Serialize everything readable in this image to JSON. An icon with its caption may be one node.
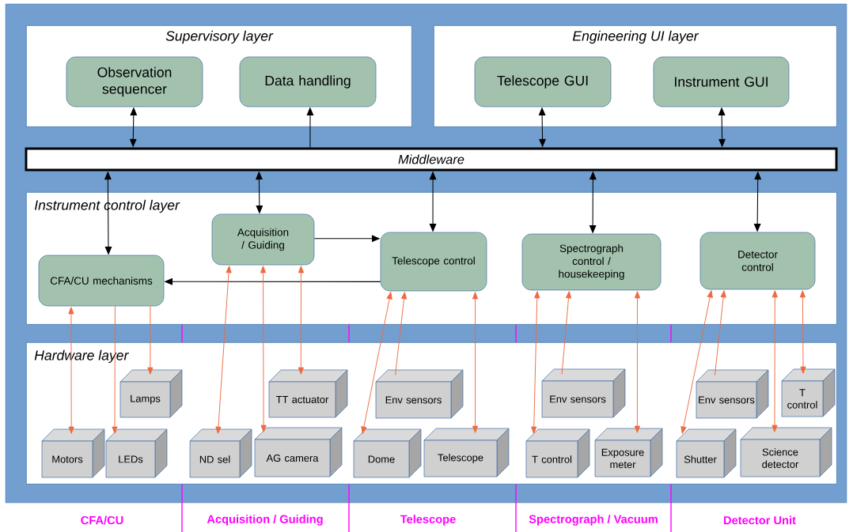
{
  "diagram": {
    "nodes": [
      {
        "text": [
          "Supervisory layer"
        ]
      },
      {
        "text": [
          "Observation sequencer"
        ],
        "in": 0
      },
      {
        "text": [
          "Data handling"
        ],
        "in": 0
      },
      {
        "text": [
          "Engineering UI layer"
        ]
      },
      {
        "text": [
          "Telescope GUI"
        ],
        "in": 3
      },
      {
        "text": [
          "Instrument GUI"
        ],
        "in": 3
      },
      {
        "text": [
          "Middleware"
        ]
      },
      {
        "text": [
          "Instrument control layer"
        ]
      },
      {
        "text": [
          "Acquisition / Guiding"
        ],
        "in": 7
      },
      {
        "text": [
          "CFA/CU mechanisms"
        ],
        "in": 7
      },
      {
        "text": [
          "Telescope control"
        ],
        "in": 7
      },
      {
        "text": [
          "Spectrograph control / housekeeping"
        ],
        "in": 7
      },
      {
        "text": [
          "Detector control"
        ],
        "in": 7
      },
      {
        "text": [
          "Hardware layer"
        ]
      },
      {
        "text": [
          "Lamps"
        ],
        "in": 13
      },
      {
        "text": [
          "Motors"
        ],
        "in": 13
      },
      {
        "text": [
          "LEDs"
        ],
        "in": 13
      },
      {
        "text": [
          "TT actuator"
        ],
        "in": 13
      },
      {
        "text": [
          "ND sel"
        ],
        "in": 13
      },
      {
        "text": [
          "AG camera"
        ],
        "in": 13
      },
      {
        "text": [
          "Env sensors"
        ],
        "in": 13
      },
      {
        "text": [
          "Dome"
        ],
        "in": 13
      },
      {
        "text": [
          "Telescope"
        ],
        "in": 13
      },
      {
        "text": [
          "Env sensors"
        ],
        "in": 13
      },
      {
        "text": [
          "T control"
        ],
        "in": 13
      },
      {
        "text": [
          "Exposure meter"
        ],
        "in": 13
      },
      {
        "text": [
          "Env sensors"
        ],
        "in": 13
      },
      {
        "text": [
          "T control"
        ],
        "in": 13
      },
      {
        "text": [
          "Shutter"
        ],
        "in": 13
      },
      {
        "text": [
          "Science detector"
        ],
        "in": 13
      }
    ],
    "edges": [
      {
        "from": 1,
        "to": 6,
        "arrow": "both",
        "color": "#000000"
      },
      {
        "from": 6,
        "to": 2,
        "arrow": "to",
        "color": "#000000"
      },
      {
        "from": 4,
        "to": 6,
        "arrow": "both",
        "color": "#000000"
      },
      {
        "from": 5,
        "to": 6,
        "arrow": "both",
        "color": "#000000"
      },
      {
        "from": 6,
        "to": 9,
        "arrow": "both",
        "color": "#000000"
      },
      {
        "from": 6,
        "to": 8,
        "arrow": "both",
        "color": "#000000"
      },
      {
        "from": 6,
        "to": 10,
        "arrow": "both",
        "color": "#000000"
      },
      {
        "from": 6,
        "to": 11,
        "arrow": "both",
        "color": "#000000"
      },
      {
        "from": 6,
        "to": 12,
        "arrow": "both",
        "color": "#000000"
      },
      {
        "from": 8,
        "to": 10,
        "arrow": "to",
        "color": "#000000"
      },
      {
        "from": 10,
        "to": 9,
        "arrow": "to",
        "color": "#000000"
      },
      {
        "from": 9,
        "to": 15,
        "arrow": "both"
      },
      {
        "from": 9,
        "to": 16,
        "arrow": "to"
      },
      {
        "from": 9,
        "to": 14,
        "arrow": "to"
      },
      {
        "from": 8,
        "to": 18,
        "arrow": "both"
      },
      {
        "from": 8,
        "to": 19,
        "arrow": "both"
      },
      {
        "from": 8,
        "to": 17,
        "arrow": "both"
      },
      {
        "from": 20,
        "to": 10,
        "arrow": "to"
      },
      {
        "from": 10,
        "to": 21,
        "arrow": "both"
      },
      {
        "from": 10,
        "to": 22,
        "arrow": "both"
      },
      {
        "from": 23,
        "to": 11,
        "arrow": "to"
      },
      {
        "from": 11,
        "to": 24,
        "arrow": "both"
      },
      {
        "from": 11,
        "to": 25,
        "arrow": "both"
      },
      {
        "from": 26,
        "to": 12,
        "arrow": "to"
      },
      {
        "from": 12,
        "to": 28,
        "arrow": "both"
      },
      {
        "from": 12,
        "to": 29,
        "arrow": "both"
      },
      {
        "from": 12,
        "to": 27,
        "arrow": "both"
      }
    ],
    "labels": [
      "CFA/CU",
      "Acquisition / Guiding",
      "Telescope",
      "Spectrograph / Vacuum",
      "Detector Unit"
    ]
  }
}
